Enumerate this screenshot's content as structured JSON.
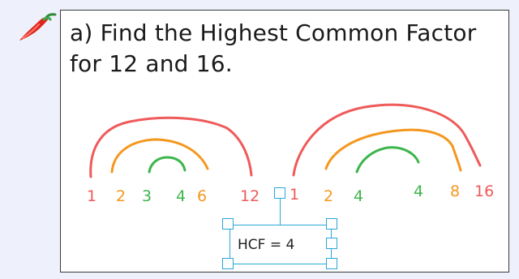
{
  "question": {
    "line1": "a) Find the Highest Common Factor",
    "line2": "for 12 and 16."
  },
  "icons": {
    "difficulty": "chili-pepper-icon"
  },
  "colors": {
    "outer_arc": "#ef5a5a",
    "middle_arc": "#f5971e",
    "inner_arc": "#3cb54a",
    "selection": "#2aa7d9",
    "background": "#eef1fb"
  },
  "factors_12": [
    {
      "value": "1",
      "color": "red"
    },
    {
      "value": "2",
      "color": "orange"
    },
    {
      "value": "3",
      "color": "green"
    },
    {
      "value": "4",
      "color": "green"
    },
    {
      "value": "6",
      "color": "orange"
    },
    {
      "value": "12",
      "color": "red"
    }
  ],
  "factors_16": [
    {
      "value": "1",
      "color": "red"
    },
    {
      "value": "2",
      "color": "orange"
    },
    {
      "value": "4",
      "color": "green"
    },
    {
      "value": "4",
      "color": "green"
    },
    {
      "value": "8",
      "color": "orange"
    },
    {
      "value": "16",
      "color": "red"
    }
  ],
  "answer_box": {
    "text": "HCF = 4"
  }
}
